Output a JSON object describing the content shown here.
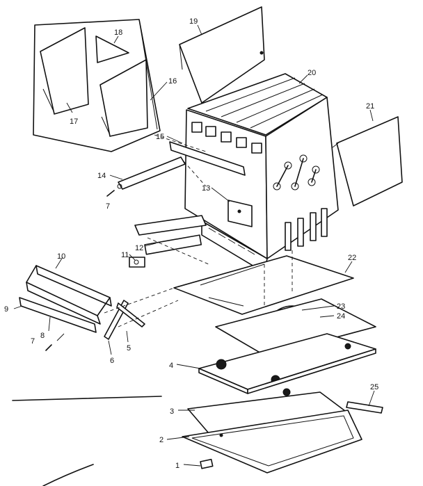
{
  "callouts": [
    "1",
    "2",
    "3",
    "4",
    "5",
    "6",
    "7",
    "7",
    "8",
    "9",
    "10",
    "11",
    "12",
    "13",
    "14",
    "15",
    "16",
    "17",
    "18",
    "19",
    "20",
    "21",
    "22",
    "23",
    "24",
    "25"
  ]
}
